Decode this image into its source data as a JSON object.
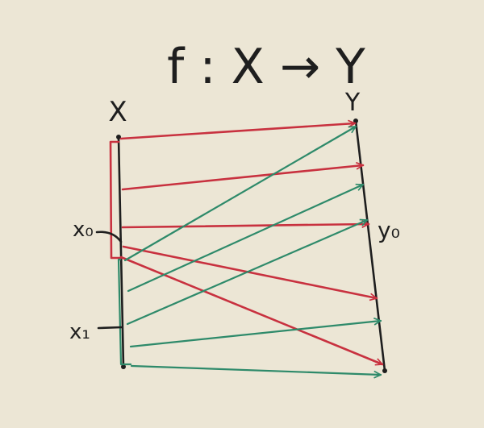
{
  "title": "f : X → Y",
  "labels": {
    "X": "X",
    "Y": "Y",
    "x0": "x₀",
    "x1": "x₁",
    "y0": "y₀"
  },
  "colors": {
    "paper": "#ece6d5",
    "ink": "#1e1e1e",
    "red": "#c8313f",
    "green": "#2e8a6a"
  }
}
